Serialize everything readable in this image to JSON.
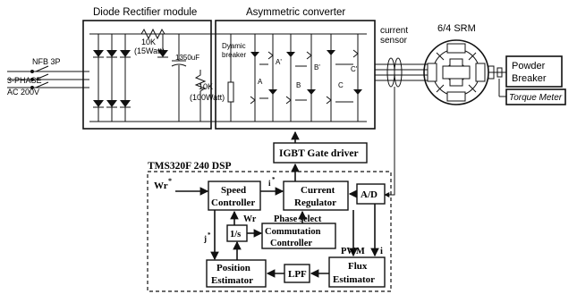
{
  "power_stage": {
    "rectifier_title": "Diode Rectifier module",
    "converter_title": "Asymmetric converter",
    "current_sensor_label_1": "current",
    "current_sensor_label_2": "sensor",
    "motor_label": "6/4 SRM",
    "powder_breaker_line1": "Powder",
    "powder_breaker_line2": "Breaker",
    "torque_meter": "Torque Meter",
    "nfb_label": "NFB 3P",
    "input_line1": "3-PHASE",
    "input_line2": "AC 200V",
    "resistor1_value": "10K",
    "resistor1_power": "(15Watt)",
    "capacitor_label": "1350uF",
    "resistor2_value": "10K",
    "resistor2_power": "(100Watt)",
    "dynamic_breaker_1": "Dyamic",
    "dynamic_breaker_2": "breaker",
    "phase_a_top": "A'",
    "phase_a_bottom": "A",
    "phase_b_top": "B'",
    "phase_b_bottom": "B",
    "phase_c_top": "C'",
    "phase_c_bottom": "C"
  },
  "gate_driver": "IGBT Gate driver",
  "dsp": {
    "title": "TMS320F 240 DSP",
    "wr_ref": "Wr",
    "speed_controller_1": "Speed",
    "speed_controller_2": "Controller",
    "i_ref": "i",
    "current_regulator_1": "Current",
    "current_regulator_2": "Regulator",
    "ad": "A/D",
    "wr_feedback": "Wr",
    "phase_select": "Phase select",
    "integrator": "1/s",
    "commutation_1": "Commutation",
    "commutation_2": "Controller",
    "j_ref": "j",
    "pwm": "PWM",
    "i_label": "i",
    "position_1": "Position",
    "position_2": "Estimator",
    "lpf": "LPF",
    "flux_1": "Flux",
    "flux_2": "Estimator"
  }
}
